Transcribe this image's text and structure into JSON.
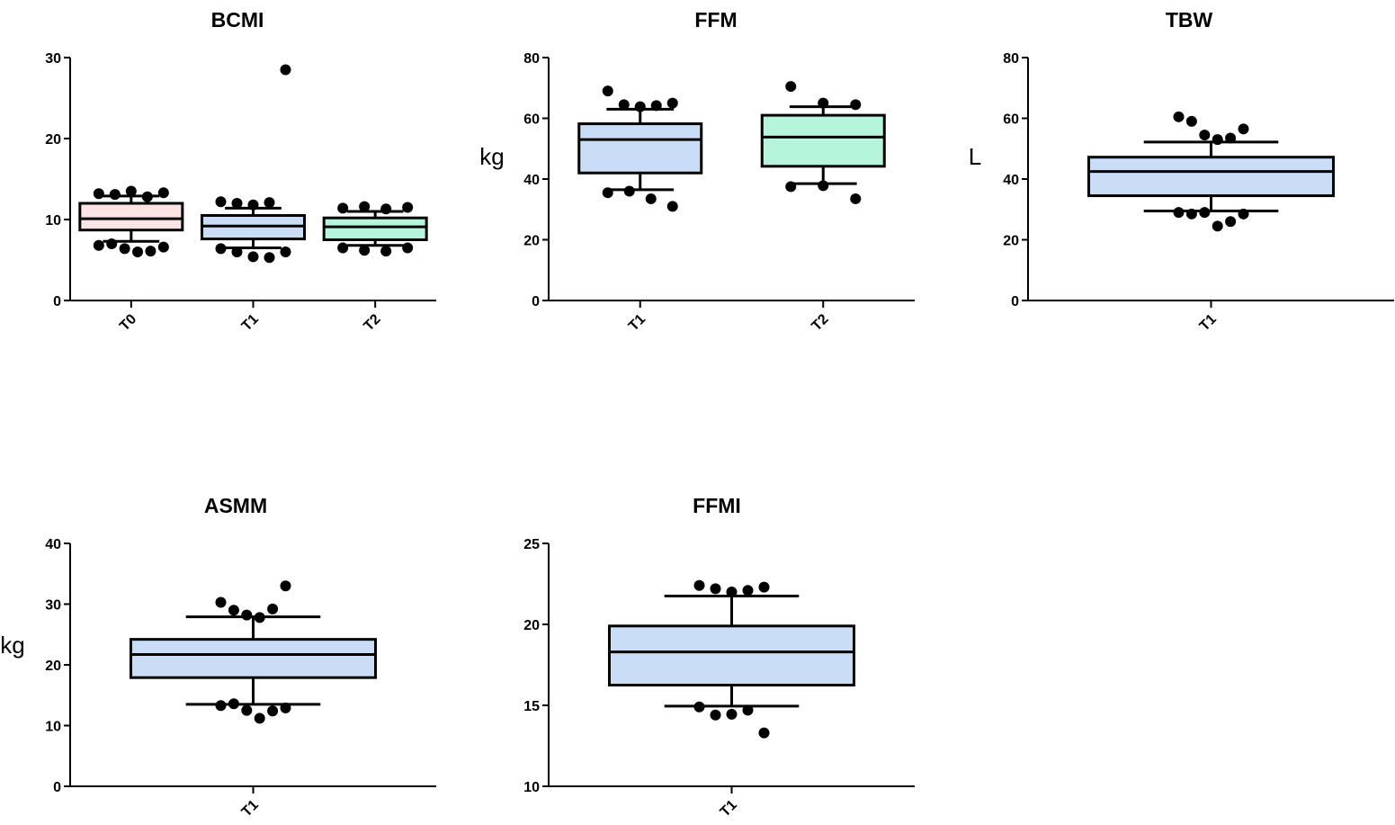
{
  "chart_data": [
    {
      "type": "box",
      "title": "BCMI",
      "ylabel": "",
      "ylim": [
        0,
        30
      ],
      "yticks": [
        0,
        10,
        20,
        30
      ],
      "categories": [
        "T0",
        "T1",
        "T2"
      ],
      "boxes": [
        {
          "category": "T0",
          "color": "#fde4e4",
          "whisker_low": 7.3,
          "q1": 8.7,
          "median": 10.1,
          "q3": 12.0,
          "whisker_high": 12.9,
          "points": [
            6.8,
            7.0,
            6.4,
            6.0,
            6.1,
            6.6,
            13.2,
            13.1,
            13.5,
            12.8,
            13.3
          ]
        },
        {
          "category": "T1",
          "color": "#c9ddf7",
          "whisker_low": 6.5,
          "q1": 7.6,
          "median": 9.2,
          "q3": 10.5,
          "whisker_high": 11.4,
          "points": [
            6.4,
            6.0,
            5.4,
            5.3,
            6.0,
            12.2,
            12.0,
            11.8,
            12.1,
            28.5
          ]
        },
        {
          "category": "T2",
          "color": "#b5f5dc",
          "whisker_low": 6.8,
          "q1": 7.5,
          "median": 9.1,
          "q3": 10.2,
          "whisker_high": 11.0,
          "points": [
            6.5,
            6.2,
            6.1,
            6.5,
            11.4,
            11.6,
            11.3,
            11.5
          ]
        }
      ]
    },
    {
      "type": "box",
      "title": "FFM",
      "ylabel": "kg",
      "ylim": [
        0,
        80
      ],
      "yticks": [
        0,
        20,
        40,
        60,
        80
      ],
      "categories": [
        "T1",
        "T2"
      ],
      "boxes": [
        {
          "category": "T1",
          "color": "#c9ddf7",
          "whisker_low": 36.5,
          "q1": 42.0,
          "median": 53.0,
          "q3": 58.2,
          "whisker_high": 63.0,
          "points": [
            35.5,
            36.0,
            33.5,
            31.0,
            69.0,
            64.5,
            63.8,
            64.2,
            65.0
          ]
        },
        {
          "category": "T2",
          "color": "#b5f5dc",
          "whisker_low": 38.5,
          "q1": 44.2,
          "median": 53.8,
          "q3": 61.0,
          "whisker_high": 63.8,
          "points": [
            37.5,
            37.8,
            33.5,
            70.5,
            65.0,
            64.5
          ]
        }
      ]
    },
    {
      "type": "box",
      "title": "TBW",
      "ylabel": "L",
      "ylim": [
        0,
        80
      ],
      "yticks": [
        0,
        20,
        40,
        60,
        80
      ],
      "categories": [
        "T1"
      ],
      "boxes": [
        {
          "category": "T1",
          "color": "#c9ddf7",
          "whisker_low": 29.5,
          "q1": 34.5,
          "median": 42.5,
          "q3": 47.2,
          "whisker_high": 52.2,
          "points": [
            29.0,
            28.5,
            29.0,
            24.5,
            26.0,
            28.5,
            60.5,
            59.0,
            54.5,
            53.0,
            53.5,
            56.5
          ]
        }
      ]
    },
    {
      "type": "box",
      "title": "ASMM",
      "ylabel": "kg",
      "ylim": [
        0,
        40
      ],
      "yticks": [
        0,
        10,
        20,
        30,
        40
      ],
      "categories": [
        "T1"
      ],
      "boxes": [
        {
          "category": "T1",
          "color": "#c9ddf7",
          "whisker_low": 13.5,
          "q1": 17.9,
          "median": 21.7,
          "q3": 24.2,
          "whisker_high": 27.9,
          "points": [
            13.3,
            13.6,
            12.5,
            11.2,
            12.4,
            12.9,
            30.3,
            29.0,
            28.2,
            27.8,
            29.2,
            33.0
          ]
        }
      ]
    },
    {
      "type": "box",
      "title": "FFMI",
      "ylabel": "",
      "ylim": [
        10,
        25
      ],
      "yticks": [
        10,
        15,
        20,
        25
      ],
      "categories": [
        "T1"
      ],
      "boxes": [
        {
          "category": "T1",
          "color": "#c9ddf7",
          "whisker_low": 14.95,
          "q1": 16.25,
          "median": 18.3,
          "q3": 19.9,
          "whisker_high": 21.75,
          "points": [
            14.9,
            14.4,
            14.45,
            14.7,
            13.3,
            22.4,
            22.2,
            22.0,
            22.1,
            22.3
          ]
        }
      ]
    }
  ]
}
